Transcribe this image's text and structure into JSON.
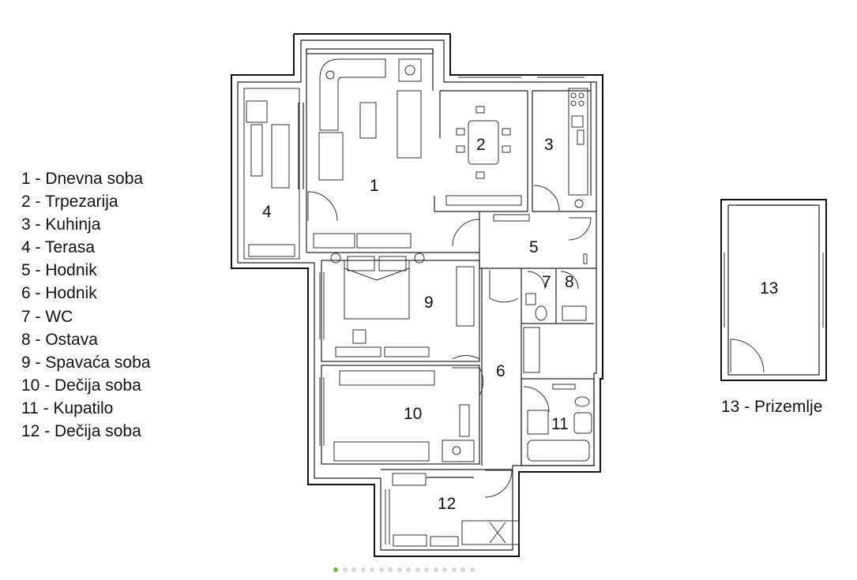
{
  "legend": [
    "1 - Dnevna soba",
    "2 - Trpezarija",
    "3 - Kuhinja",
    "4 - Terasa",
    "5 - Hodnik",
    "6 - Hodnik",
    "7 - WC",
    "8 - Ostava",
    "9 - Spavaća soba",
    "10 - Dečija soba",
    "11 - Kupatilo",
    "12 - Dečija soba"
  ],
  "room_numbers": [
    "1",
    "2",
    "3",
    "4",
    "5",
    "6",
    "7",
    "8",
    "9",
    "10",
    "11",
    "12",
    "13"
  ],
  "ground_floor_caption": "13 - Prizemlje",
  "carousel": {
    "total": 16,
    "active_index": 0
  },
  "colors": {
    "active_dot": "#7ab648",
    "inactive_dot": "#d9d9d9",
    "lines": "#111111"
  }
}
